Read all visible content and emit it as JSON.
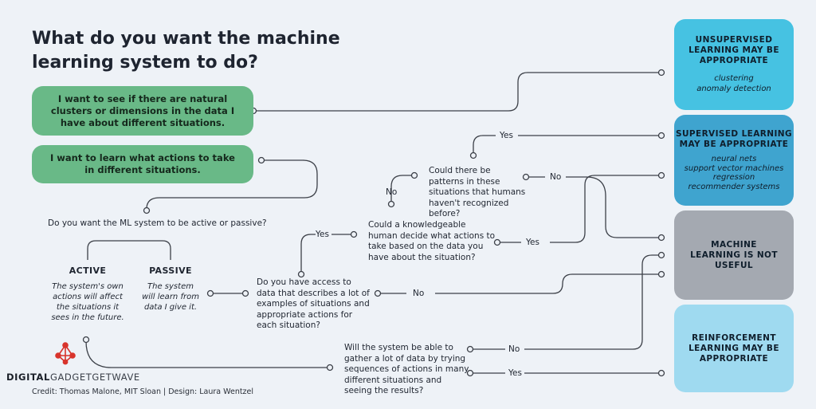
{
  "title": "What do you want the machine learning system to do?",
  "start_options": {
    "clusters": "I want to see if there are natural clusters or dimensions in the data I have about different situations.",
    "actions": "I want to learn what actions to take in different situations."
  },
  "questions": {
    "active_passive": "Do you want the ML system to be active or passive?",
    "access_data": "Do you have access to data that describes a lot of examples of situations and appropriate actions for each situation?",
    "knowledgeable_human": "Could a knowledgeable human decide what actions to take based on the data you have about the situation?",
    "patterns": "Could there be patterns in these situations that humans haven't recognized before?",
    "trying_sequences": "Will the system be able to gather a lot of data by trying sequences of actions in many different situations and seeing the results?"
  },
  "modes": {
    "active": {
      "label": "ACTIVE",
      "desc": "The system's own actions will affect the situations it sees in the future."
    },
    "passive": {
      "label": "PASSIVE",
      "desc": "The system will learn from data I give it."
    }
  },
  "answers": {
    "yes": "Yes",
    "no": "No"
  },
  "results": {
    "unsupervised": {
      "title": "UNSUPERVISED LEARNING MAY BE APPROPRIATE",
      "examples": [
        "clustering",
        "anomaly detection"
      ],
      "color": "#46c2e2"
    },
    "supervised": {
      "title": "SUPERVISED LEARNING MAY BE APPROPRIATE",
      "examples": [
        "neural nets",
        "support vector machines",
        "regression",
        "recommender systems"
      ],
      "color": "#3fa4cf"
    },
    "not_useful": {
      "title": "MACHINE LEARNING IS NOT USEFUL",
      "color": "#a4a9b1"
    },
    "reinforcement": {
      "title": "REINFORCEMENT LEARNING MAY BE APPROPRIATE",
      "color": "#9fdaf0"
    }
  },
  "credit": "Credit: Thomas Malone, MIT Sloan | Design: Laura Wentzel",
  "watermark": {
    "bold": "DIGITAL",
    "rest": "GADGETGETWAVE"
  },
  "colors": {
    "green": "#69b987",
    "line": "#3c4048",
    "background": "#eef2f7"
  }
}
